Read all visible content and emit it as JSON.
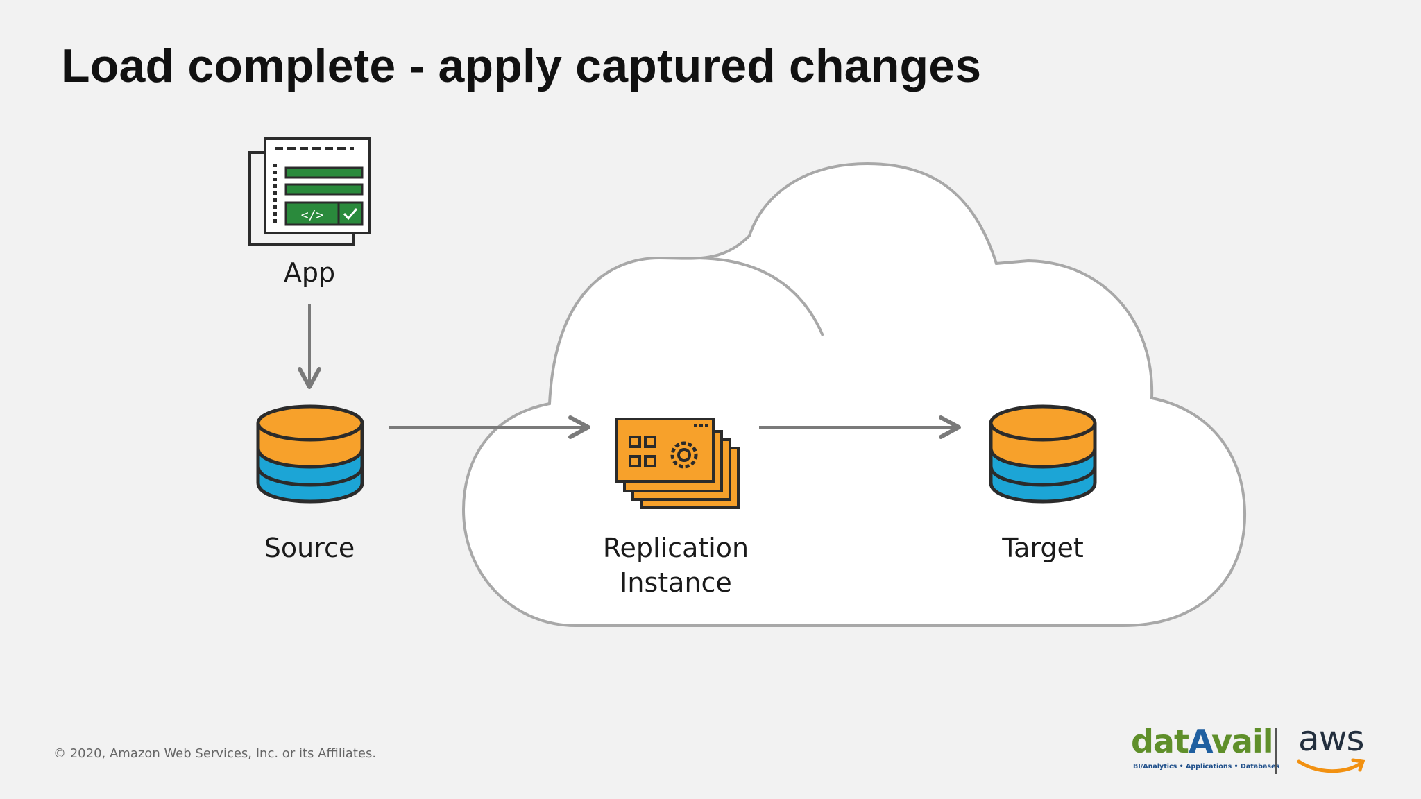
{
  "title": "Load complete - apply captured changes",
  "nodes": {
    "app": "App",
    "source": "Source",
    "replication_line1": "Replication",
    "replication_line2": "Instance",
    "target": "Target"
  },
  "footer": {
    "copyright": "© 2020, Amazon Web Services, Inc. or its Affiliates."
  },
  "branding": {
    "datavail_prefix": "dat",
    "datavail_accent": "A",
    "datavail_suffix": "vail",
    "datavail_tagline": "BI/Analytics • Applications • Databases",
    "aws": "aws"
  },
  "colors": {
    "background": "#f2f2f2",
    "db_top": "#f7a12b",
    "db_bottom": "#1ca5d6",
    "replication": "#f7a12b",
    "app_green": "#2a8a3c",
    "arrow": "#7a7a7a",
    "cloud_stroke": "#a8a8a8"
  },
  "icons": [
    "app-window-icon",
    "database-icon",
    "replication-instance-icon",
    "arrow-icon",
    "cloud-icon",
    "aws-smile-icon"
  ]
}
